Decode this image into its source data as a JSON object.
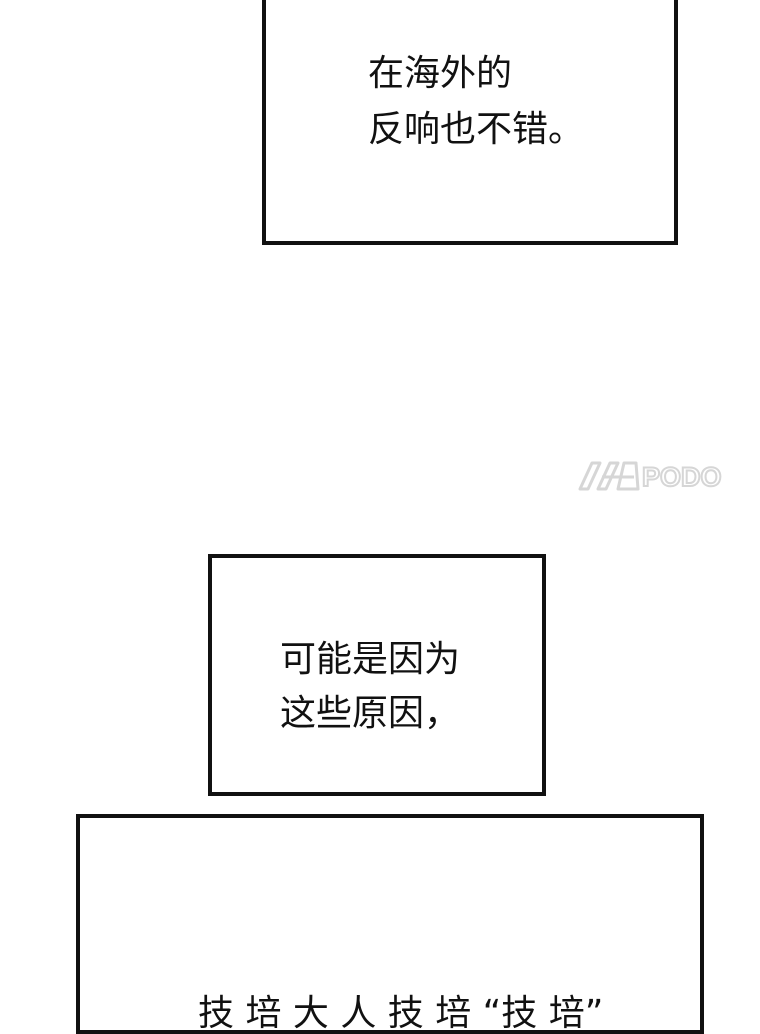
{
  "captions": [
    {
      "lines": [
        "在海外的",
        "反响也不错。"
      ]
    },
    {
      "lines": [
        "可能是因为",
        "这些原因，"
      ]
    },
    {
      "lines": [
        "技 培 大 人 技 培 “技 培”"
      ]
    }
  ],
  "watermark": {
    "text": "PODO"
  }
}
